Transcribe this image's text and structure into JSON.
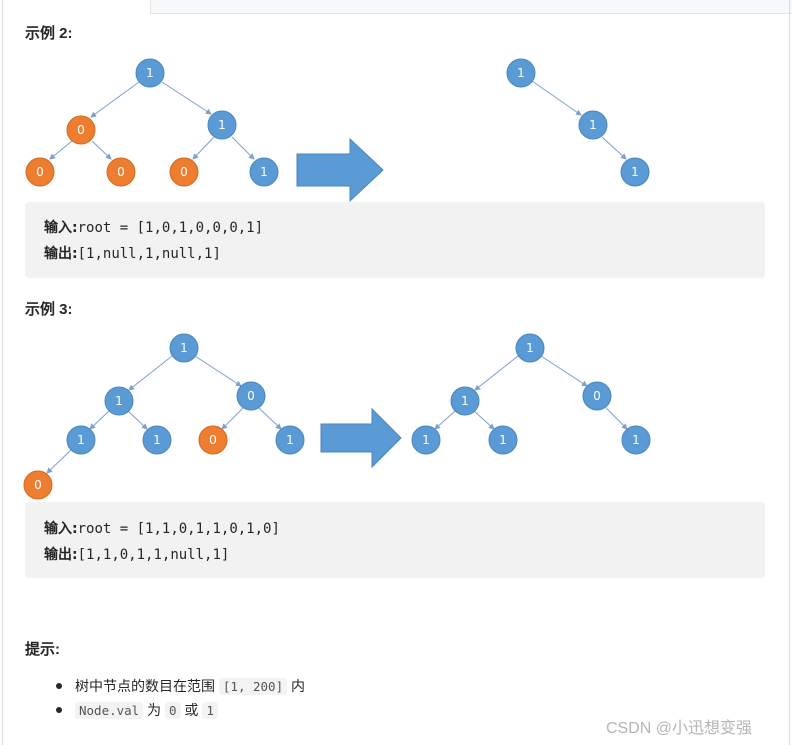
{
  "example2": {
    "heading": "示例 2:",
    "tree_before": {
      "nodes": [
        "1",
        "0",
        "1",
        "0",
        "0",
        "0",
        "1"
      ]
    },
    "tree_after": {
      "nodes": [
        "1",
        "1",
        "1"
      ]
    },
    "input_label": "输入:",
    "input_value": "root = [1,0,1,0,0,0,1]",
    "output_label": "输出:",
    "output_value": "[1,null,1,null,1]"
  },
  "example3": {
    "heading": "示例 3:",
    "tree_before": {
      "nodes": [
        "1",
        "1",
        "0",
        "1",
        "1",
        "0",
        "1",
        "0"
      ]
    },
    "tree_after": {
      "nodes": [
        "1",
        "1",
        "0",
        "1",
        "1",
        "1"
      ]
    },
    "input_label": "输入:",
    "input_value": "root = [1,1,0,1,1,0,1,0]",
    "output_label": "输出:",
    "output_value": "[1,1,0,1,1,null,1]"
  },
  "hints": {
    "heading": "提示:",
    "item1_text": "树中节点的数目在范围 ",
    "item1_code": "[1, 200]",
    "item1_suffix": " 内",
    "item2_code1": "Node.val",
    "item2_mid": " 为 ",
    "item2_code2": "0",
    "item2_or": " 或 ",
    "item2_code3": "1"
  },
  "colors": {
    "node_one": "#5b9bd5",
    "node_zero": "#ed7d31",
    "arrow": "#5b9bd5",
    "edge": "#7f9fd0"
  },
  "watermark": "CSDN @小迅想变强"
}
